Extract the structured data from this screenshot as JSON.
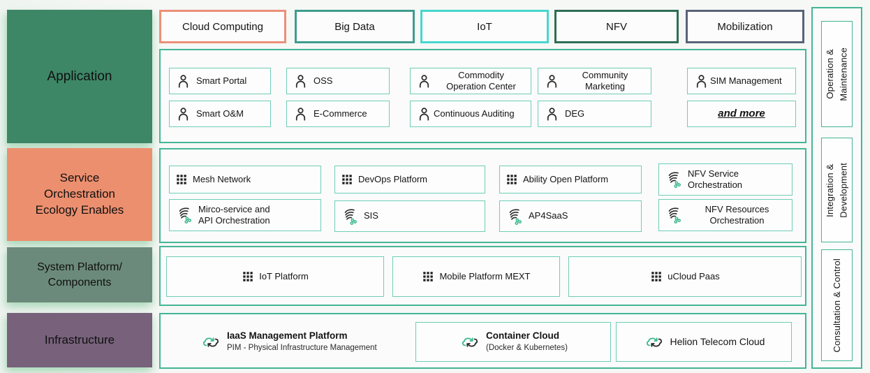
{
  "palette": {
    "container_border": "#45b597",
    "item_border": "#70cdb7",
    "icon_green": "#3cb98f",
    "application_block": "#3d8766",
    "service_block": "#ec8f6f",
    "system_block": "#6c8a7b",
    "infrastructure_block": "#77617b",
    "cloud_computing_border": "#ec9077",
    "big_data_border": "#3e9d8e",
    "iot_border": "#46d7ce",
    "nfv_border": "#2e6e54",
    "mobilization_border": "#5a6478"
  },
  "left_column": {
    "application": "Application",
    "service": "Service\nOrchestration\nEcology Enables",
    "system": "System Platform/\nComponents",
    "infrastructure": "Infrastructure"
  },
  "top_row": {
    "cloud": "Cloud Computing",
    "big_data": "Big Data",
    "iot": "IoT",
    "nfv": "NFV",
    "mobilization": "Mobilization"
  },
  "application": {
    "smart_portal": "Smart Portal",
    "oss": "OSS",
    "commodity": "Commodity\nOperation Center",
    "community": "Community\nMarketing",
    "sim": "SIM Management",
    "smart_om": "Smart O&M",
    "ecommerce": "E-Commerce",
    "auditing": "Continuous Auditing",
    "deg": "DEG",
    "more": "and more"
  },
  "service": {
    "mesh": "Mesh Network",
    "devops": "DevOps Platform",
    "ability": "Ability Open Platform",
    "nfv_service": "NFV Service\nOrchestration",
    "mirco": "Mirco-service and\nAPI Orchestration",
    "sis": "SIS",
    "ap4saas": "AP4SaaS",
    "nfv_resources": "NFV Resources\nOrchestration"
  },
  "system": {
    "iot_platform": "IoT Platform",
    "mext": "Mobile Platform MEXT",
    "ucloud": "uCloud Paas"
  },
  "infrastructure": {
    "iaas_title": "IaaS Management Platform",
    "iaas_subtitle": "PIM - Physical Infrastructure Management",
    "container_title": "Container Cloud",
    "container_subtitle": "(Docker & Kubernetes)",
    "helion_title": "Helion Telecom Cloud"
  },
  "right_column": {
    "operation": "Operation &\nMaintenance",
    "integration": "Integration &\nDevelopment",
    "consultation": "Consultation & Control"
  }
}
